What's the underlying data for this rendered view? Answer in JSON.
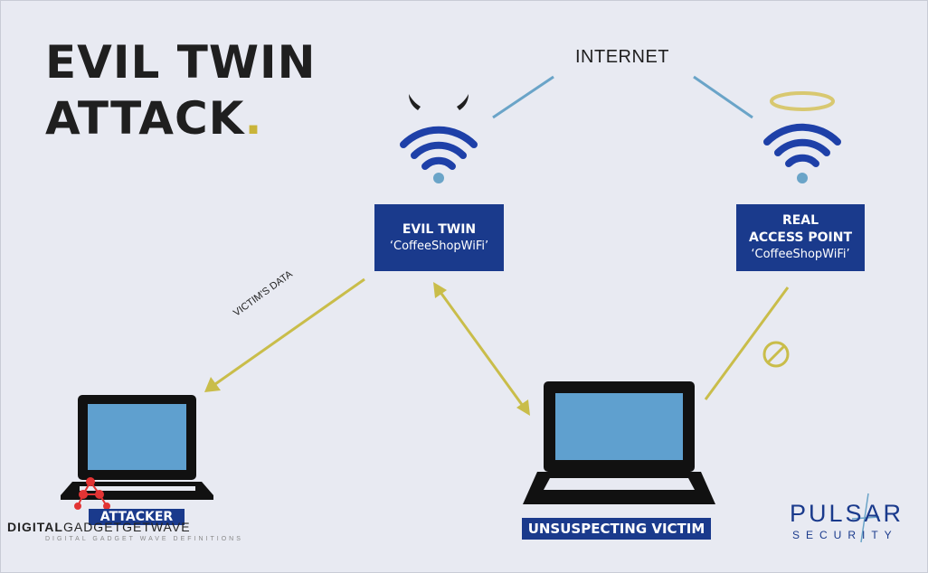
{
  "title": {
    "line1": "EVIL TWIN",
    "line2": "ATTACK",
    "dot": "."
  },
  "internet_label": "INTERNET",
  "evil_twin": {
    "title": "EVIL TWIN",
    "ssid": "‘CoffeeShopWiFi’"
  },
  "real_ap": {
    "title_line1": "REAL",
    "title_line2": "ACCESS POINT",
    "ssid": "‘CoffeeShopWiFi’"
  },
  "victims_data_label": "VICTIM'S DATA",
  "attacker_label": "ATTACKER",
  "victim_label": "UNSUSPECTING VICTIM",
  "logo": {
    "name": "PULSAR",
    "tagline": "SECURITY"
  },
  "watermark": {
    "part1": "DIGITAL",
    "part2": "GADGETGETWAVE",
    "tagline": "DIGITAL GADGET WAVE DEFINITIONS"
  },
  "colors": {
    "background": "#e8eaf2",
    "navy": "#1a3a8c",
    "wifi_blue": "#1e40a8",
    "connection_blue": "#6aa4c8",
    "arrow_gold": "#c9bd4a",
    "halo_gold": "#d8c870",
    "screen_blue": "#5fa0cf"
  }
}
